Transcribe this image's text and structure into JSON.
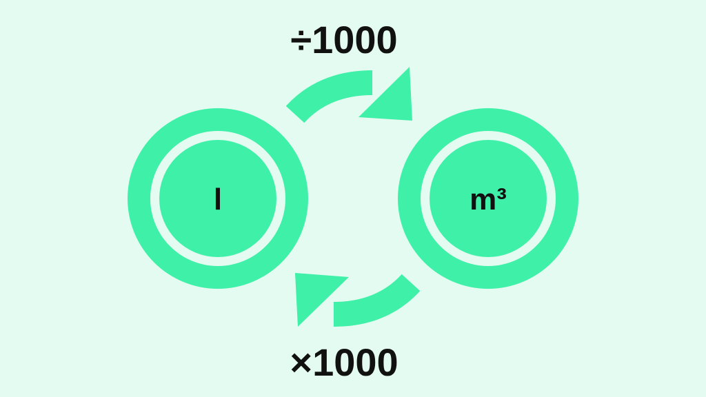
{
  "diagram": {
    "left_unit": "l",
    "right_unit": "m³",
    "top_operation": "÷1000",
    "bottom_operation": "×1000"
  },
  "colors": {
    "background": "#e3fbf0",
    "accent": "#3ff0a8",
    "text": "#111111"
  },
  "icons": {
    "top_arrow": "curved-arrow-right-icon",
    "bottom_arrow": "curved-arrow-left-icon"
  }
}
